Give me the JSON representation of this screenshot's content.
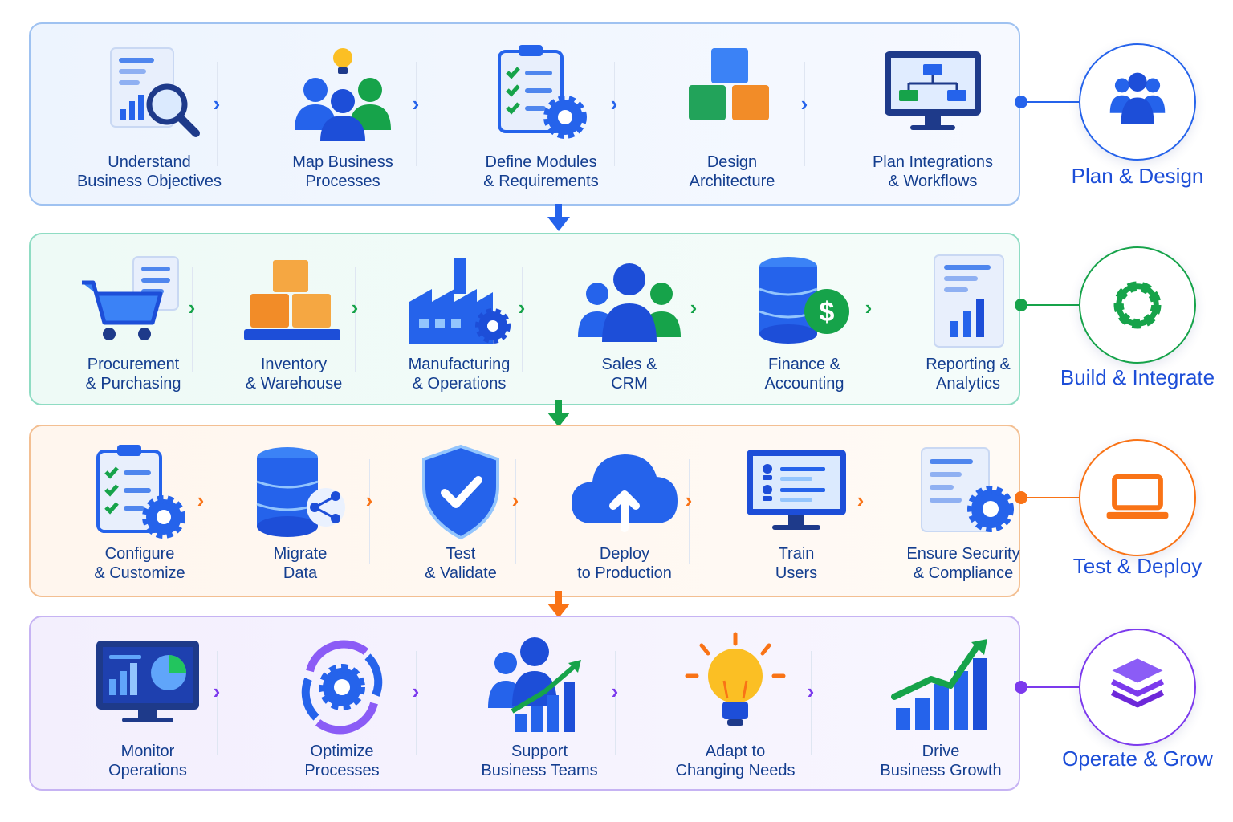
{
  "colors": {
    "blue": "#2563eb",
    "green": "#16a34a",
    "orange": "#f97316",
    "purple": "#7c3aed",
    "label_text": "#143e8f"
  },
  "phases": [
    {
      "label": "Plan & Design",
      "icon": "team-icon",
      "color": "#2563eb",
      "steps": [
        {
          "icon": "report-search-icon",
          "lines": [
            "Understand",
            "Business Objectives"
          ]
        },
        {
          "icon": "team-idea-icon",
          "lines": [
            "Map Business",
            "Processes"
          ]
        },
        {
          "icon": "checklist-gear-icon",
          "lines": [
            "Define Modules",
            "& Requirements"
          ]
        },
        {
          "icon": "cubes-icon",
          "lines": [
            "Design",
            "Architecture"
          ]
        },
        {
          "icon": "monitor-workflow-icon",
          "lines": [
            "Plan Integrations",
            "& Workflows"
          ]
        }
      ]
    },
    {
      "label": "Build & Integrate",
      "icon": "gear-icon",
      "color": "#16a34a",
      "steps": [
        {
          "icon": "cart-icon",
          "lines": [
            "Procurement",
            "& Purchasing"
          ]
        },
        {
          "icon": "boxes-icon",
          "lines": [
            "Inventory",
            "& Warehouse"
          ]
        },
        {
          "icon": "factory-icon",
          "lines": [
            "Manufacturing",
            "& Operations"
          ]
        },
        {
          "icon": "customers-icon",
          "lines": [
            "Sales &",
            "CRM"
          ]
        },
        {
          "icon": "database-dollar-icon",
          "lines": [
            "Finance &",
            "Accounting"
          ]
        },
        {
          "icon": "report-chart-icon",
          "lines": [
            "Reporting &",
            "Analytics"
          ]
        }
      ]
    },
    {
      "label": "Test & Deploy",
      "icon": "laptop-icon",
      "color": "#f97316",
      "steps": [
        {
          "icon": "checklist-gear-icon",
          "lines": [
            "Configure",
            "& Customize"
          ]
        },
        {
          "icon": "database-share-icon",
          "lines": [
            "Migrate",
            "Data"
          ]
        },
        {
          "icon": "shield-check-icon",
          "lines": [
            "Test",
            "& Validate"
          ]
        },
        {
          "icon": "cloud-upload-icon",
          "lines": [
            "Deploy",
            "to Production"
          ]
        },
        {
          "icon": "monitor-users-icon",
          "lines": [
            "Train",
            "Users"
          ]
        },
        {
          "icon": "document-gear-icon",
          "lines": [
            "Ensure Security",
            "& Compliance"
          ]
        }
      ]
    },
    {
      "label": "Operate & Grow",
      "icon": "layers-icon",
      "color": "#7c3aed",
      "steps": [
        {
          "icon": "monitor-dashboard-icon",
          "lines": [
            "Monitor",
            "Operations"
          ]
        },
        {
          "icon": "gear-cycle-icon",
          "lines": [
            "Optimize",
            "Processes"
          ]
        },
        {
          "icon": "team-growth-icon",
          "lines": [
            "Support",
            "Business Teams"
          ]
        },
        {
          "icon": "lightbulb-icon",
          "lines": [
            "Adapt to",
            "Changing Needs"
          ]
        },
        {
          "icon": "growth-chart-icon",
          "lines": [
            "Drive",
            "Business Growth"
          ]
        }
      ]
    }
  ]
}
